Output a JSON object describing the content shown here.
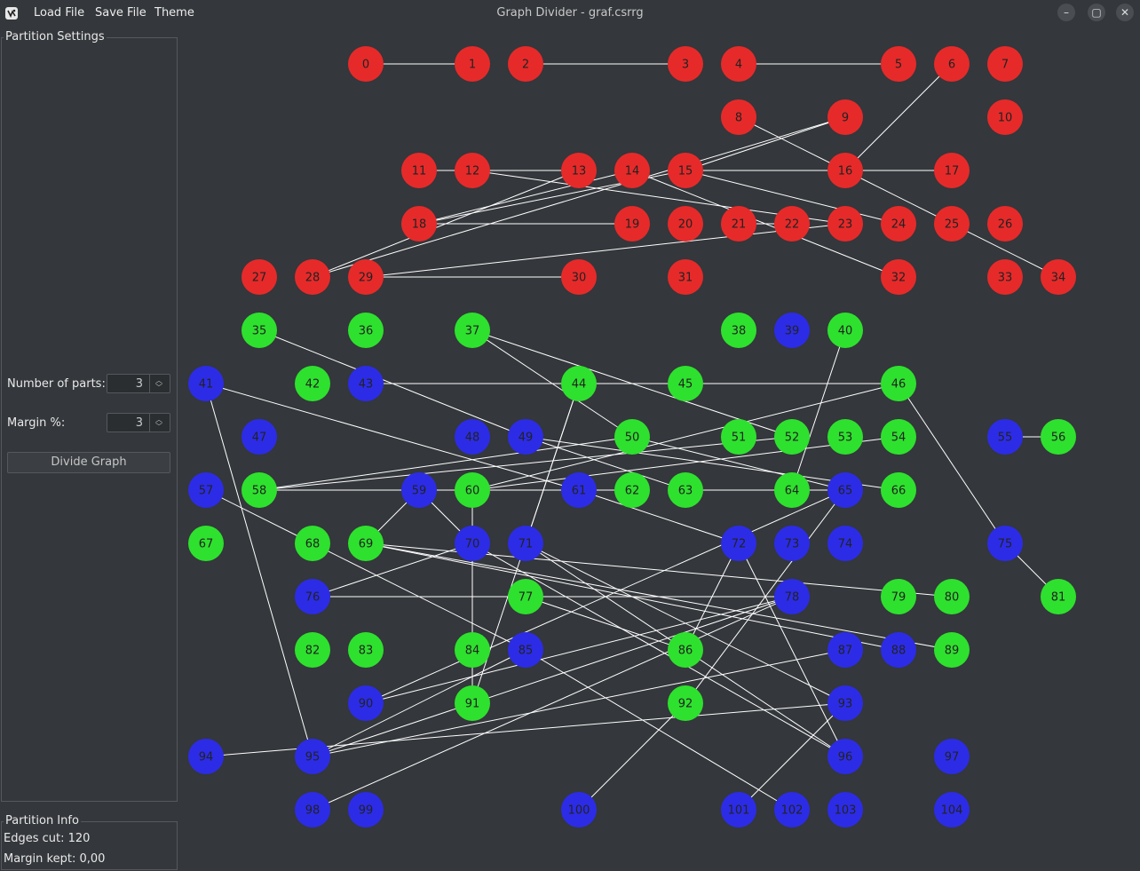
{
  "menu": {
    "load_label": "Load File",
    "save_label": "Save File",
    "theme_label": "Theme"
  },
  "window": {
    "title": "Graph Divider - graf.csrrg",
    "minimize_glyph": "–",
    "maximize_glyph": "▢",
    "close_glyph": "✕"
  },
  "settings": {
    "title": "Partition Settings",
    "parts_label": "Number of parts:",
    "parts_value": "3",
    "margin_label": "Margin %:",
    "margin_value": "3",
    "divide_label": "Divide Graph"
  },
  "info": {
    "title": "Partition Info",
    "edges_cut": "Edges cut: 120",
    "margin_kept": "Margin kept: 0,00"
  },
  "colors": {
    "red": "#e62a2a",
    "green": "#2ee12e",
    "blue": "#2c2ce6",
    "edge": "#ffffff"
  },
  "graph": {
    "nodes": [
      {
        "id": 0,
        "row": 0,
        "col": 3,
        "c": "red"
      },
      {
        "id": 1,
        "row": 0,
        "col": 5,
        "c": "red"
      },
      {
        "id": 2,
        "row": 0,
        "col": 6,
        "c": "red"
      },
      {
        "id": 3,
        "row": 0,
        "col": 9,
        "c": "red"
      },
      {
        "id": 4,
        "row": 0,
        "col": 10,
        "c": "red"
      },
      {
        "id": 5,
        "row": 0,
        "col": 13,
        "c": "red"
      },
      {
        "id": 6,
        "row": 0,
        "col": 14,
        "c": "red"
      },
      {
        "id": 7,
        "row": 0,
        "col": 15,
        "c": "red"
      },
      {
        "id": 8,
        "row": 1,
        "col": 10,
        "c": "red"
      },
      {
        "id": 9,
        "row": 1,
        "col": 12,
        "c": "red"
      },
      {
        "id": 10,
        "row": 1,
        "col": 15,
        "c": "red"
      },
      {
        "id": 11,
        "row": 2,
        "col": 4,
        "c": "red"
      },
      {
        "id": 12,
        "row": 2,
        "col": 5,
        "c": "red"
      },
      {
        "id": 13,
        "row": 2,
        "col": 7,
        "c": "red"
      },
      {
        "id": 14,
        "row": 2,
        "col": 8,
        "c": "red"
      },
      {
        "id": 15,
        "row": 2,
        "col": 9,
        "c": "red"
      },
      {
        "id": 16,
        "row": 2,
        "col": 12,
        "c": "red"
      },
      {
        "id": 17,
        "row": 2,
        "col": 14,
        "c": "red"
      },
      {
        "id": 18,
        "row": 3,
        "col": 4,
        "c": "red"
      },
      {
        "id": 19,
        "row": 3,
        "col": 8,
        "c": "red"
      },
      {
        "id": 20,
        "row": 3,
        "col": 9,
        "c": "red"
      },
      {
        "id": 21,
        "row": 3,
        "col": 10,
        "c": "red"
      },
      {
        "id": 22,
        "row": 3,
        "col": 11,
        "c": "red"
      },
      {
        "id": 23,
        "row": 3,
        "col": 12,
        "c": "red"
      },
      {
        "id": 24,
        "row": 3,
        "col": 13,
        "c": "red"
      },
      {
        "id": 25,
        "row": 3,
        "col": 14,
        "c": "red"
      },
      {
        "id": 26,
        "row": 3,
        "col": 15,
        "c": "red"
      },
      {
        "id": 27,
        "row": 4,
        "col": 1,
        "c": "red"
      },
      {
        "id": 28,
        "row": 4,
        "col": 2,
        "c": "red"
      },
      {
        "id": 29,
        "row": 4,
        "col": 3,
        "c": "red"
      },
      {
        "id": 30,
        "row": 4,
        "col": 7,
        "c": "red"
      },
      {
        "id": 31,
        "row": 4,
        "col": 9,
        "c": "red"
      },
      {
        "id": 32,
        "row": 4,
        "col": 13,
        "c": "red"
      },
      {
        "id": 33,
        "row": 4,
        "col": 15,
        "c": "red"
      },
      {
        "id": 34,
        "row": 4,
        "col": 16,
        "c": "red"
      },
      {
        "id": 35,
        "row": 5,
        "col": 1,
        "c": "green"
      },
      {
        "id": 36,
        "row": 5,
        "col": 3,
        "c": "green"
      },
      {
        "id": 37,
        "row": 5,
        "col": 5,
        "c": "green"
      },
      {
        "id": 38,
        "row": 5,
        "col": 10,
        "c": "green"
      },
      {
        "id": 39,
        "row": 5,
        "col": 11,
        "c": "blue"
      },
      {
        "id": 40,
        "row": 5,
        "col": 12,
        "c": "green"
      },
      {
        "id": 41,
        "row": 6,
        "col": 0,
        "c": "blue"
      },
      {
        "id": 42,
        "row": 6,
        "col": 2,
        "c": "green"
      },
      {
        "id": 43,
        "row": 6,
        "col": 3,
        "c": "blue"
      },
      {
        "id": 44,
        "row": 6,
        "col": 7,
        "c": "green"
      },
      {
        "id": 45,
        "row": 6,
        "col": 9,
        "c": "green"
      },
      {
        "id": 46,
        "row": 6,
        "col": 13,
        "c": "green"
      },
      {
        "id": 47,
        "row": 7,
        "col": 1,
        "c": "blue"
      },
      {
        "id": 48,
        "row": 7,
        "col": 5,
        "c": "blue"
      },
      {
        "id": 49,
        "row": 7,
        "col": 6,
        "c": "blue"
      },
      {
        "id": 50,
        "row": 7,
        "col": 8,
        "c": "green"
      },
      {
        "id": 51,
        "row": 7,
        "col": 10,
        "c": "green"
      },
      {
        "id": 52,
        "row": 7,
        "col": 11,
        "c": "green"
      },
      {
        "id": 53,
        "row": 7,
        "col": 12,
        "c": "green"
      },
      {
        "id": 54,
        "row": 7,
        "col": 13,
        "c": "green"
      },
      {
        "id": 55,
        "row": 7,
        "col": 15,
        "c": "blue"
      },
      {
        "id": 56,
        "row": 7,
        "col": 16,
        "c": "green"
      },
      {
        "id": 57,
        "row": 8,
        "col": 0,
        "c": "blue"
      },
      {
        "id": 58,
        "row": 8,
        "col": 1,
        "c": "green"
      },
      {
        "id": 59,
        "row": 8,
        "col": 4,
        "c": "blue"
      },
      {
        "id": 60,
        "row": 8,
        "col": 5,
        "c": "green"
      },
      {
        "id": 61,
        "row": 8,
        "col": 7,
        "c": "blue"
      },
      {
        "id": 62,
        "row": 8,
        "col": 8,
        "c": "green"
      },
      {
        "id": 63,
        "row": 8,
        "col": 9,
        "c": "green"
      },
      {
        "id": 64,
        "row": 8,
        "col": 11,
        "c": "green"
      },
      {
        "id": 65,
        "row": 8,
        "col": 12,
        "c": "blue"
      },
      {
        "id": 66,
        "row": 8,
        "col": 13,
        "c": "green"
      },
      {
        "id": 67,
        "row": 9,
        "col": 0,
        "c": "green"
      },
      {
        "id": 68,
        "row": 9,
        "col": 2,
        "c": "green"
      },
      {
        "id": 69,
        "row": 9,
        "col": 3,
        "c": "green"
      },
      {
        "id": 70,
        "row": 9,
        "col": 5,
        "c": "blue"
      },
      {
        "id": 71,
        "row": 9,
        "col": 6,
        "c": "blue"
      },
      {
        "id": 72,
        "row": 9,
        "col": 10,
        "c": "blue"
      },
      {
        "id": 73,
        "row": 9,
        "col": 11,
        "c": "blue"
      },
      {
        "id": 74,
        "row": 9,
        "col": 12,
        "c": "blue"
      },
      {
        "id": 75,
        "row": 9,
        "col": 15,
        "c": "blue"
      },
      {
        "id": 76,
        "row": 10,
        "col": 2,
        "c": "blue"
      },
      {
        "id": 77,
        "row": 10,
        "col": 6,
        "c": "green"
      },
      {
        "id": 78,
        "row": 10,
        "col": 11,
        "c": "blue"
      },
      {
        "id": 79,
        "row": 10,
        "col": 13,
        "c": "green"
      },
      {
        "id": 80,
        "row": 10,
        "col": 14,
        "c": "green"
      },
      {
        "id": 81,
        "row": 10,
        "col": 16,
        "c": "green"
      },
      {
        "id": 82,
        "row": 11,
        "col": 2,
        "c": "green"
      },
      {
        "id": 83,
        "row": 11,
        "col": 3,
        "c": "green"
      },
      {
        "id": 84,
        "row": 11,
        "col": 5,
        "c": "green"
      },
      {
        "id": 85,
        "row": 11,
        "col": 6,
        "c": "blue"
      },
      {
        "id": 86,
        "row": 11,
        "col": 9,
        "c": "green"
      },
      {
        "id": 87,
        "row": 11,
        "col": 12,
        "c": "blue"
      },
      {
        "id": 88,
        "row": 11,
        "col": 13,
        "c": "blue"
      },
      {
        "id": 89,
        "row": 11,
        "col": 14,
        "c": "green"
      },
      {
        "id": 90,
        "row": 12,
        "col": 3,
        "c": "blue"
      },
      {
        "id": 91,
        "row": 12,
        "col": 5,
        "c": "green"
      },
      {
        "id": 92,
        "row": 12,
        "col": 9,
        "c": "green"
      },
      {
        "id": 93,
        "row": 12,
        "col": 12,
        "c": "blue"
      },
      {
        "id": 94,
        "row": 13,
        "col": 0,
        "c": "blue"
      },
      {
        "id": 95,
        "row": 13,
        "col": 2,
        "c": "blue"
      },
      {
        "id": 96,
        "row": 13,
        "col": 12,
        "c": "blue"
      },
      {
        "id": 97,
        "row": 13,
        "col": 14,
        "c": "blue"
      },
      {
        "id": 98,
        "row": 14,
        "col": 2,
        "c": "blue"
      },
      {
        "id": 99,
        "row": 14,
        "col": 3,
        "c": "blue"
      },
      {
        "id": 100,
        "row": 14,
        "col": 7,
        "c": "blue"
      },
      {
        "id": 101,
        "row": 14,
        "col": 10,
        "c": "blue"
      },
      {
        "id": 102,
        "row": 14,
        "col": 11,
        "c": "blue"
      },
      {
        "id": 103,
        "row": 14,
        "col": 12,
        "c": "blue"
      },
      {
        "id": 104,
        "row": 14,
        "col": 14,
        "c": "blue"
      }
    ],
    "edges": [
      [
        0,
        1
      ],
      [
        2,
        3
      ],
      [
        4,
        5
      ],
      [
        6,
        16
      ],
      [
        8,
        16
      ],
      [
        9,
        15
      ],
      [
        9,
        28
      ],
      [
        16,
        17
      ],
      [
        16,
        25
      ],
      [
        25,
        34
      ],
      [
        11,
        13
      ],
      [
        12,
        23
      ],
      [
        13,
        28
      ],
      [
        14,
        32
      ],
      [
        14,
        18
      ],
      [
        15,
        16
      ],
      [
        15,
        24
      ],
      [
        15,
        18
      ],
      [
        18,
        19
      ],
      [
        29,
        30
      ],
      [
        29,
        23
      ],
      [
        21,
        22
      ],
      [
        35,
        49
      ],
      [
        43,
        46
      ],
      [
        37,
        50
      ],
      [
        37,
        52
      ],
      [
        40,
        64
      ],
      [
        41,
        61
      ],
      [
        41,
        95
      ],
      [
        46,
        75
      ],
      [
        75,
        81
      ],
      [
        44,
        71
      ],
      [
        49,
        63
      ],
      [
        50,
        65
      ],
      [
        58,
        50
      ],
      [
        58,
        52
      ],
      [
        58,
        59
      ],
      [
        59,
        69
      ],
      [
        59,
        70
      ],
      [
        60,
        46
      ],
      [
        60,
        54
      ],
      [
        56,
        55
      ],
      [
        61,
        72
      ],
      [
        63,
        64
      ],
      [
        64,
        65
      ],
      [
        65,
        90
      ],
      [
        65,
        92
      ],
      [
        57,
        68
      ],
      [
        68,
        85
      ],
      [
        69,
        80
      ],
      [
        69,
        88
      ],
      [
        76,
        70
      ],
      [
        71,
        93
      ],
      [
        70,
        96
      ],
      [
        72,
        86
      ],
      [
        72,
        96
      ],
      [
        76,
        78
      ],
      [
        77,
        86
      ],
      [
        78,
        98
      ],
      [
        78,
        90
      ],
      [
        85,
        102
      ],
      [
        92,
        100
      ],
      [
        91,
        60
      ],
      [
        93,
        94
      ],
      [
        95,
        87
      ],
      [
        101,
        93
      ],
      [
        71,
        96
      ],
      [
        49,
        66
      ],
      [
        85,
        95
      ],
      [
        44,
        91
      ],
      [
        59,
        62
      ],
      [
        69,
        89
      ],
      [
        95,
        78
      ]
    ]
  }
}
